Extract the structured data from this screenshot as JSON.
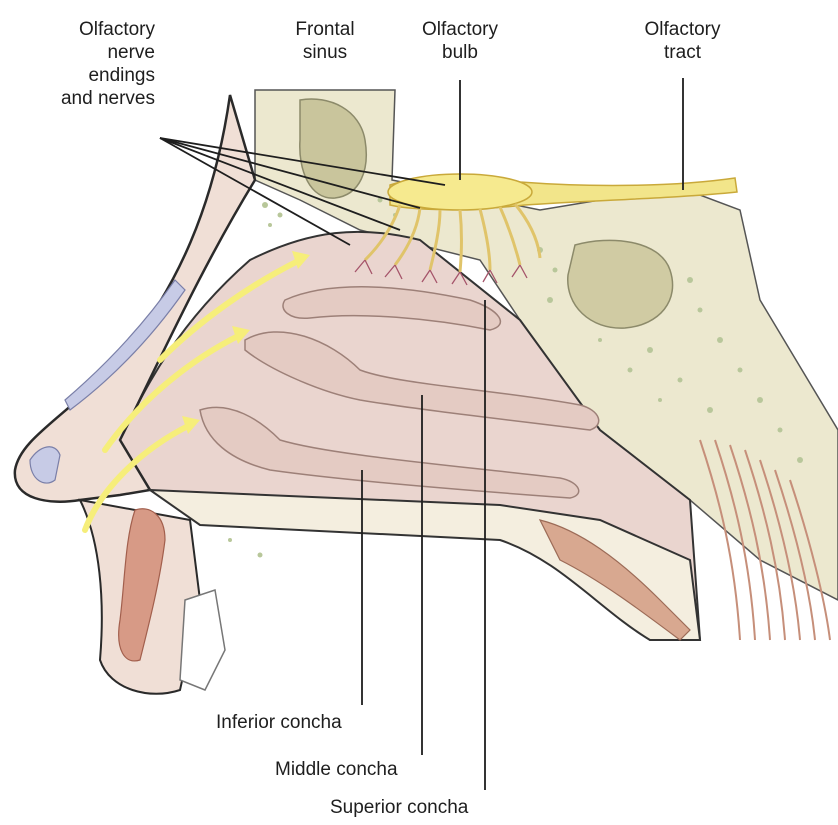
{
  "labels": {
    "olfactory_nerve_endings": "Olfactory\nnerve\nendings\nand nerves",
    "frontal_sinus": "Frontal\nsinus",
    "olfactory_bulb": "Olfactory\nbulb",
    "olfactory_tract": "Olfactory\ntract",
    "inferior_concha": "Inferior concha",
    "middle_concha": "Middle concha",
    "superior_concha": "Superior concha"
  },
  "colors": {
    "tissue": "#ead5cf",
    "skin_outline": "#2a2a2a",
    "bone": "#ece8cf",
    "bone_spots": "#b8c79a",
    "sinus": "#c9c59c",
    "nerve": "#f2e58a",
    "nerve_outline": "#c9a93a",
    "airflow": "#f6ee7a",
    "cartilage": "#c7cbe6",
    "muscle": "#d8a890",
    "leader_line": "#1e1e1e"
  }
}
